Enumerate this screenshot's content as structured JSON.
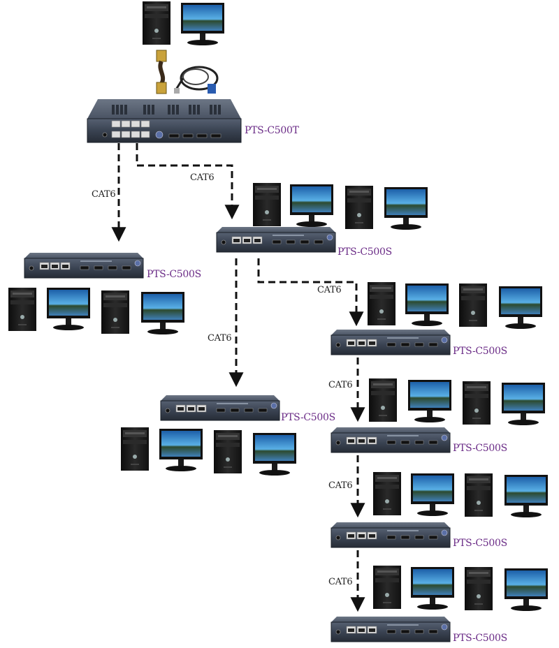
{
  "colors": {
    "label": "#6a2b86",
    "cable": "#111111",
    "device_body": "#3c4656",
    "screen": "#2f7fc8"
  },
  "transmitter": {
    "model": "PTS-C500T"
  },
  "receivers": [
    {
      "model": "PTS-C500S"
    },
    {
      "model": "PTS-C500S"
    },
    {
      "model": "PTS-C500S"
    },
    {
      "model": "PTS-C500S"
    },
    {
      "model": "PTS-C500S"
    },
    {
      "model": "PTS-C500S"
    },
    {
      "model": "PTS-C500S"
    }
  ],
  "links": [
    {
      "label": "CAT6"
    },
    {
      "label": "CAT6"
    },
    {
      "label": "CAT6"
    },
    {
      "label": "CAT6"
    },
    {
      "label": "CAT6"
    },
    {
      "label": "CAT6"
    },
    {
      "label": "CAT6"
    }
  ],
  "icons": [
    "pc-tower-icon",
    "monitor-icon",
    "hdmi-cable-icon",
    "usb-cable-icon",
    "rj45-port-icon",
    "hdmi-port-icon",
    "power-button-icon"
  ]
}
